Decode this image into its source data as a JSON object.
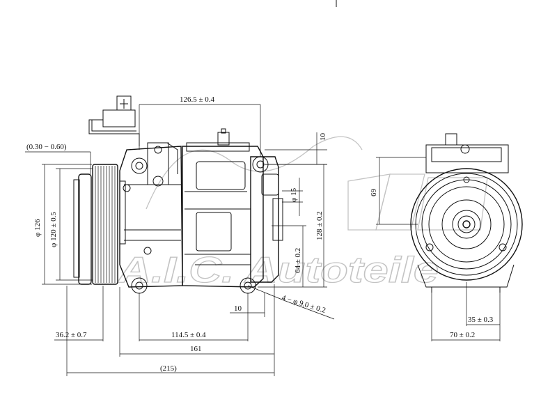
{
  "watermark": {
    "brand": "A.I.C. Autoteile"
  },
  "dimensions": {
    "gap": "(0.30 − 0.60)",
    "top_width": "126.5 ± 0.4",
    "top_offset": "10",
    "dia_outer": "φ 126",
    "dia_pulley": "φ 120 ± 0.5",
    "hole_dia": "φ 15",
    "height_128": "128 ± 0.2",
    "height_64": "64 ± 0.2",
    "bolt_holes": "4 − φ 9.0 ± 0.2",
    "bottom_10": "10",
    "pulley_offset": "36.2 ± 0.7",
    "mount_spacing": "114.5 ± 0.4",
    "body_length": "161",
    "total_length": "(215)",
    "side_height": "69",
    "side_35": "35 ± 0.3",
    "side_70": "70 ± 0.2"
  }
}
